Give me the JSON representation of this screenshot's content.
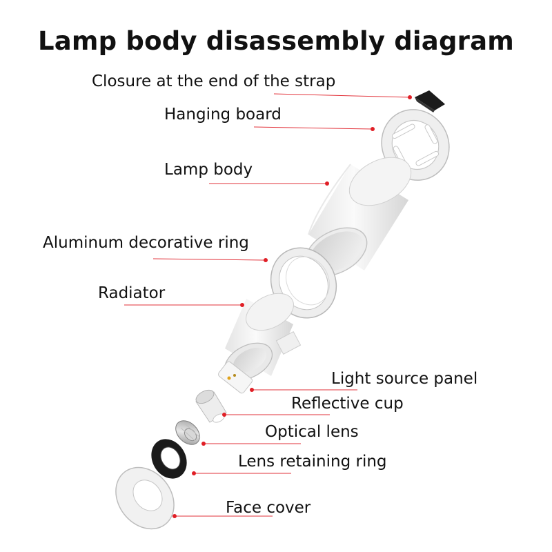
{
  "title": "Lamp body disassembly diagram",
  "colors": {
    "leader": "#e2323a",
    "dot": "#e01f26",
    "part_white": "#f2f2f2",
    "part_edge": "#bdbdbd",
    "part_black": "#1b1b1b"
  },
  "parts": [
    {
      "id": "closure",
      "label": "Closure at the end of the strap",
      "icon": "closure-clip-icon"
    },
    {
      "id": "hanging",
      "label": "Hanging board",
      "icon": "hanging-board-icon"
    },
    {
      "id": "body",
      "label": "Lamp body",
      "icon": "lamp-body-cylinder-icon"
    },
    {
      "id": "ring",
      "label": "Aluminum decorative ring",
      "icon": "decorative-ring-icon"
    },
    {
      "id": "radiator",
      "label": "Radiator",
      "icon": "radiator-icon"
    },
    {
      "id": "lightpanel",
      "label": "Light source panel",
      "icon": "light-source-panel-icon"
    },
    {
      "id": "cup",
      "label": "Reflective cup",
      "icon": "reflective-cup-icon"
    },
    {
      "id": "lens",
      "label": "Optical lens",
      "icon": "optical-lens-icon"
    },
    {
      "id": "retain",
      "label": "Lens retaining ring",
      "icon": "retaining-ring-icon"
    },
    {
      "id": "face",
      "label": "Face cover",
      "icon": "face-cover-icon"
    }
  ]
}
